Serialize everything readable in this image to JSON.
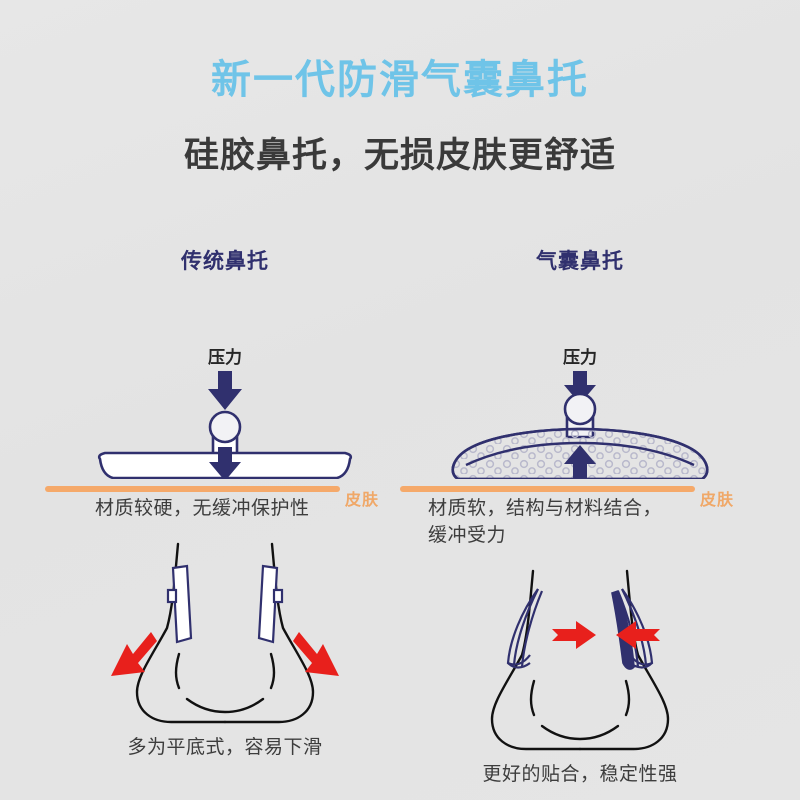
{
  "header": {
    "main_title": "新一代防滑气囊鼻托",
    "sub_title": "硅胶鼻托，无损皮肤更舒适"
  },
  "colors": {
    "background": "#e5e5e5",
    "title_blue": "#6fc4e8",
    "subtitle_dark": "#3a3a3a",
    "navy": "#30306e",
    "skin_orange": "#f5a96a",
    "skin_label_orange": "#f0a868",
    "arrow_red": "#e8201c",
    "outline_black": "#1a1a1a"
  },
  "columns": [
    {
      "id": "traditional",
      "heading": "传统鼻托",
      "pressure_label": "压力",
      "skin_label": "皮肤",
      "caption_lines": [
        "材质较硬，无缓冲保护性"
      ],
      "bottom_caption": "多为平底式，容易下滑",
      "pad_type": "flat-hard",
      "force_arrow_direction": "down",
      "nose_arrow_direction": "outward-down"
    },
    {
      "id": "air-cushion",
      "heading": "气囊鼻托",
      "pressure_label": "压力",
      "skin_label": "皮肤",
      "caption_lines": [
        "材质软，结构与材料结合，",
        "缓冲受力"
      ],
      "bottom_caption": "更好的贴合，稳定性强",
      "pad_type": "air-cushion",
      "force_arrow_direction": "up",
      "nose_arrow_direction": "inward"
    }
  ]
}
